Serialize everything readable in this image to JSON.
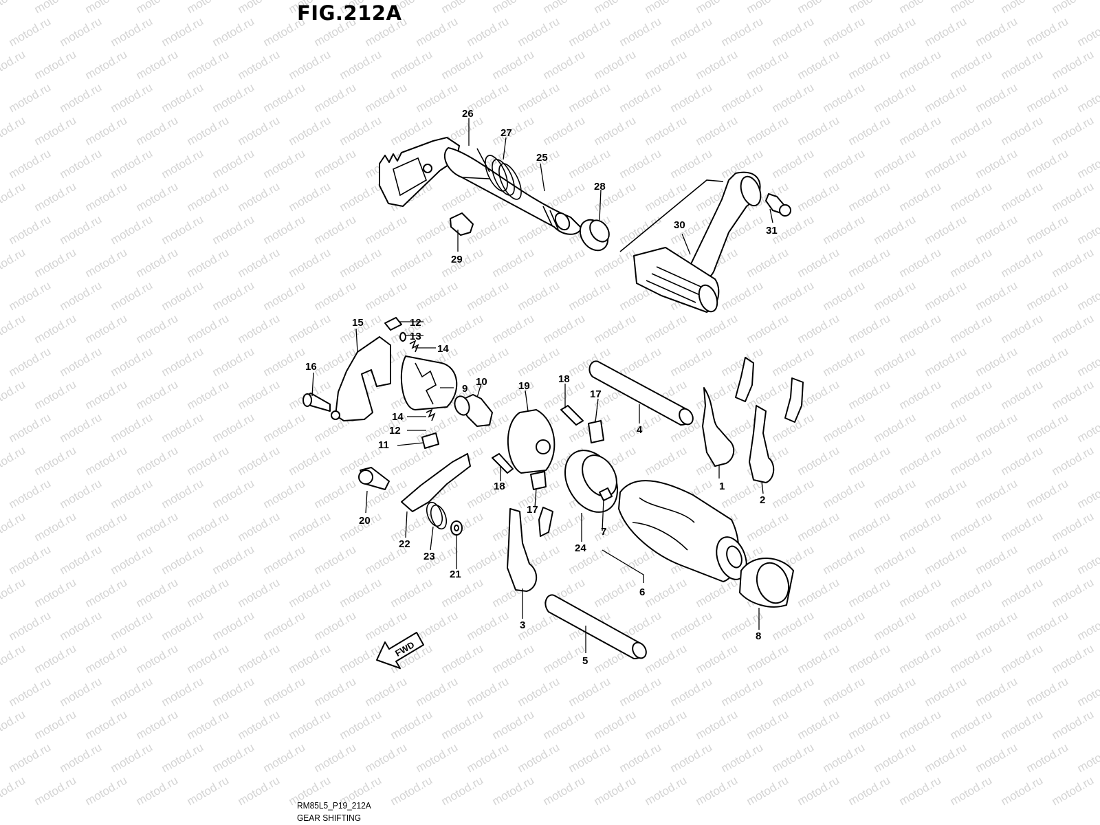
{
  "figure": {
    "title": "FIG.212A",
    "code": "RM85L5_P19_212A",
    "caption": "GEAR SHIFTING",
    "fwd_label": "FWD",
    "watermark_text": "motod.ru"
  },
  "callouts": [
    "1",
    "2",
    "3",
    "4",
    "5",
    "6",
    "7",
    "8",
    "9",
    "10",
    "11",
    "12",
    "12",
    "13",
    "14",
    "14",
    "15",
    "16",
    "17",
    "17",
    "18",
    "18",
    "19",
    "20",
    "21",
    "22",
    "23",
    "24",
    "25",
    "26",
    "27",
    "28",
    "29",
    "30",
    "31"
  ],
  "colors": {
    "ink": "#000000",
    "watermark": "#d4d4d4",
    "background": "#ffffff"
  }
}
